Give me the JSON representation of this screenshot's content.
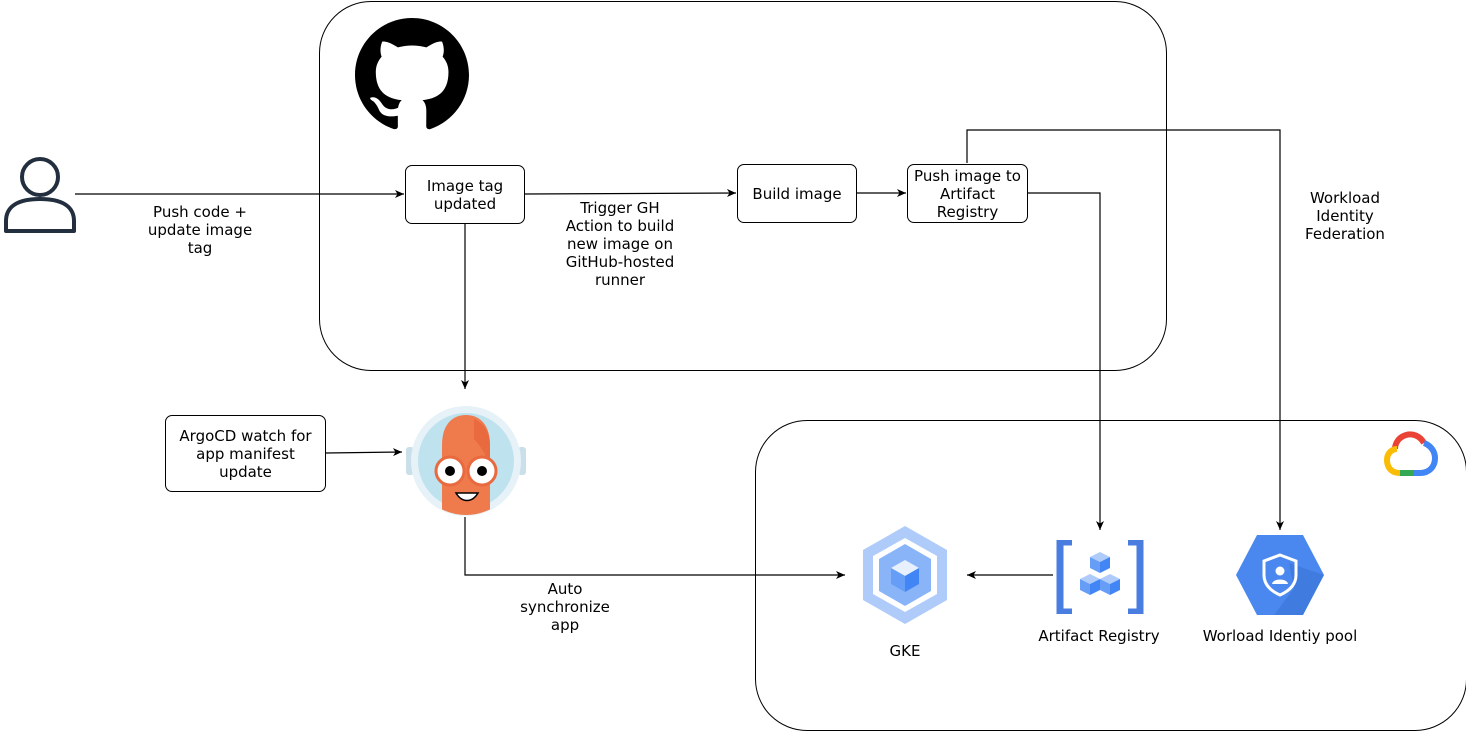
{
  "nodes": {
    "image_tag": "Image tag\nupdated",
    "build_image": "Build image",
    "push_image": "Push image to\nArtifact\nRegistry",
    "argocd_watch": "ArgoCD watch for\napp manifest update"
  },
  "edge_labels": {
    "push_code": "Push code +\nupdate image\ntag",
    "trigger_gh": "Trigger GH\nAction to build\nnew image on\nGitHub-hosted\nrunner",
    "workload_identity": "Workload\nIdentity\nFederation",
    "auto_sync": "Auto\nsynchronize\napp"
  },
  "services": {
    "gke": "GKE",
    "artifact_registry": "Artifact Registry",
    "workload_pool": "Worload Identiy pool"
  },
  "icons": {
    "user": "user-icon",
    "github": "github-icon",
    "argocd": "argocd-icon",
    "gcp": "google-cloud-icon",
    "gke": "gke-icon",
    "artifact_registry": "artifact-registry-icon",
    "workload_pool": "workload-identity-pool-icon"
  },
  "colors": {
    "gke": "#a9c5f8",
    "artifact_registry": "#4a7de0",
    "workload_pool": "#4a88f0",
    "argocd_body": "#ef7b4d"
  }
}
